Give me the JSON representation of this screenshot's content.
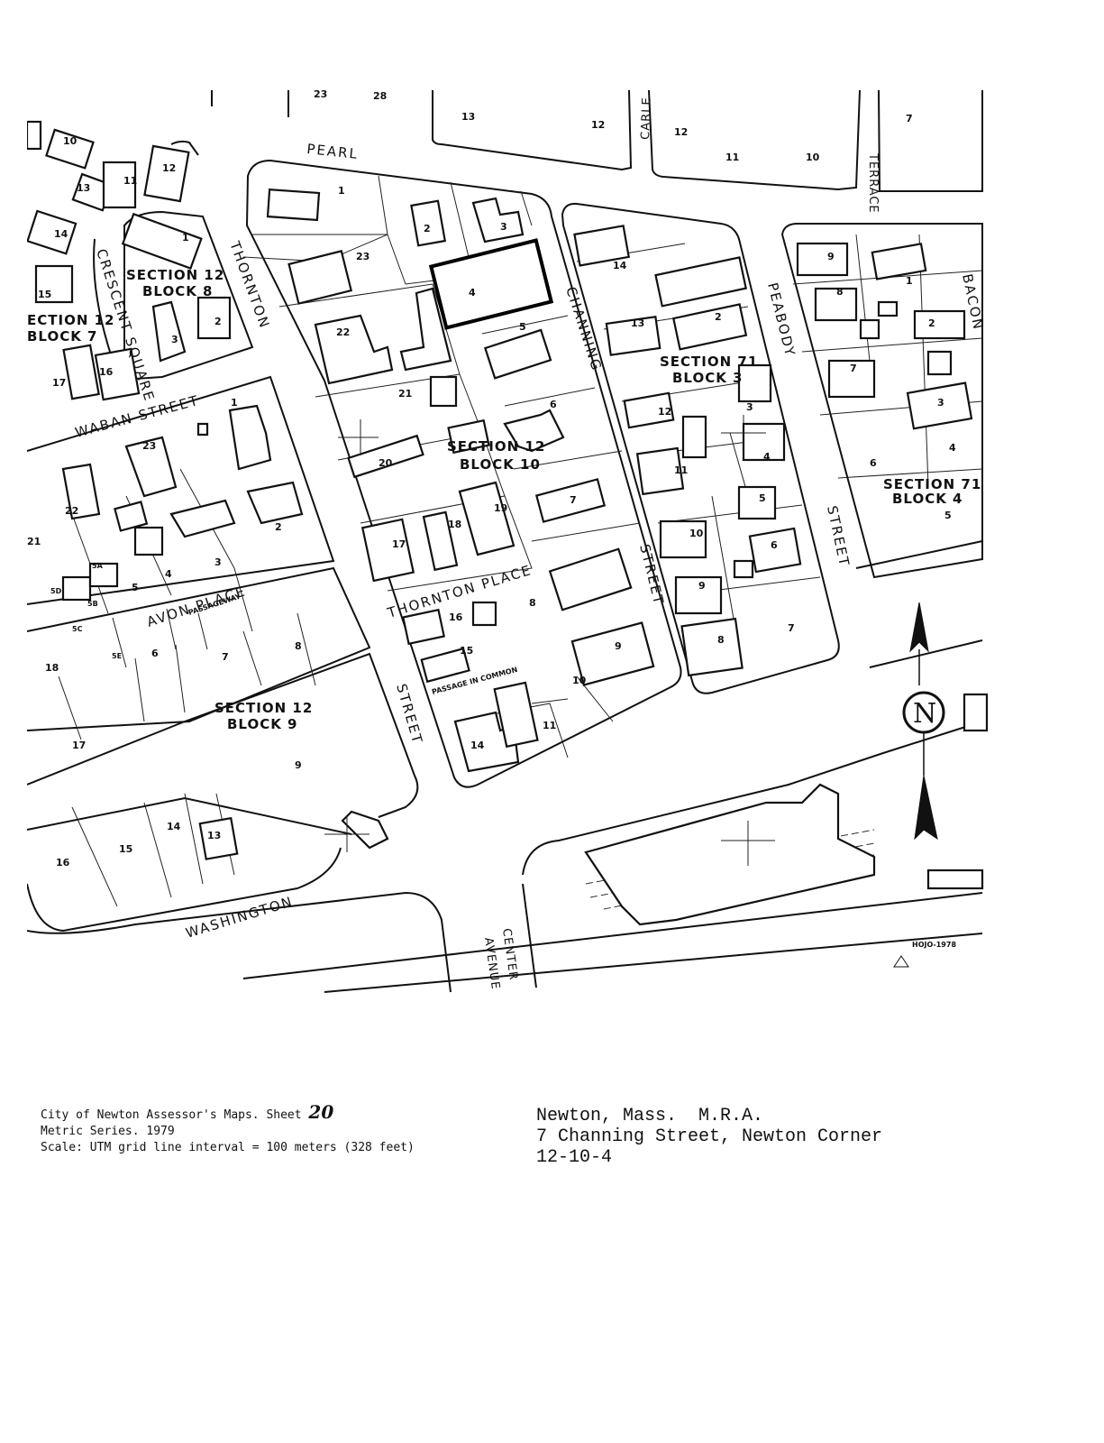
{
  "map": {
    "streets": {
      "pearl": "PEARL",
      "carle": "CARLE",
      "terrace": "TERRACE",
      "thornton": "THORNTON",
      "crescent_square": "CRESCENT SQUARE",
      "waban_street": "WABAN    STREET",
      "channing": "CHANNING",
      "peabody": "PEABODY",
      "bacon": "BACON",
      "channing_street": "STREET",
      "peabody_street": "STREET",
      "thornton_place": "THORNTON   PLACE",
      "avon_place": "AVON   PLACE",
      "avon_passageway": "PASSAGEWAY",
      "thornton_street": "STREET",
      "washington": "WASHINGTON",
      "center": "CENTER",
      "avenue": "AVENUE",
      "passage_in_common": "PASSAGE IN COMMON"
    },
    "sections": {
      "s12b8_line1": "SECTION 12",
      "s12b8_line2": "BLOCK 8",
      "s12b7_line1": "ECTION 12",
      "s12b7_line2": "BLOCK 7",
      "s12b10_line1": "SECTION 12",
      "s12b10_line2": "BLOCK 10",
      "s71b3_line1": "SECTION 71",
      "s71b3_line2": "BLOCK 3",
      "s71b4_line1": "SECTION 71",
      "s71b4_line2": "BLOCK 4",
      "s12b9_line1": "SECTION 12",
      "s12b9_line2": "BLOCK 9"
    },
    "lots": {
      "top_23": "23",
      "top_28": "28",
      "top_13": "13",
      "top_12a": "12",
      "top_12b": "12",
      "top_11": "11",
      "top_10a": "10",
      "top_7": "7",
      "nw_10": "10",
      "nw_13": "13",
      "nw_11": "11",
      "nw_12": "12",
      "nw_14": "14",
      "nw_15": "15",
      "b8_1": "1",
      "b8_2": "2",
      "b8_3": "3",
      "b7_17": "17",
      "b7_16": "16",
      "b10_1": "1",
      "b10_2": "2",
      "b10_3": "3",
      "b10_23": "23",
      "b10_4": "4",
      "b10_5": "5",
      "b10_22": "22",
      "b10_21": "21",
      "b10_6": "6",
      "b10_20": "20",
      "b10_7": "7",
      "b10_17": "17",
      "b10_18": "18",
      "b10_19": "19",
      "b10_16": "16",
      "b10_8": "8",
      "b10_15": "15",
      "b10_9": "9",
      "b10_10": "10",
      "b10_14": "14",
      "b10_11": "11",
      "b71_14": "14",
      "b71_13": "13",
      "b71_2": "2",
      "b71_12": "12",
      "b71_3": "3",
      "b71_11": "11",
      "b71_4": "4",
      "b71_10": "10",
      "b71_5": "5",
      "b71_6": "6",
      "b71_9": "9",
      "b71_8": "8",
      "b71_7": "7",
      "b4_9": "9",
      "b4_8": "8",
      "b4_1": "1",
      "b4_2": "2",
      "b4_7": "7",
      "b4_3": "3",
      "b4_4": "4",
      "b4_6": "6",
      "b4_5": "5",
      "w_1": "1",
      "w_23": "23",
      "w_22": "22",
      "w_2": "2",
      "w_21": "21",
      "w_3": "3",
      "w_4": "4",
      "w_5": "5",
      "w_5a": "5A",
      "w_5b": "5B",
      "w_5c": "5C",
      "w_5d": "5D",
      "w_5e": "5E",
      "w_6": "6",
      "w_7": "7",
      "w_8": "8",
      "w_18": "18",
      "b9_17": "17",
      "b9_9": "9",
      "b9_16": "16",
      "b9_15": "15",
      "b9_14": "14",
      "b9_13": "13"
    },
    "compass_letter": "N",
    "credit": "HOJO-1978"
  },
  "caption_left": {
    "line1_prefix": "City of Newton Assessor's Maps. Sheet ",
    "sheet_number": "20",
    "line2": "Metric Series. 1979",
    "line3": "Scale: UTM grid line interval = 100 meters (328 feet)"
  },
  "caption_right": {
    "line1": "Newton, Mass.  M.R.A.",
    "line2": "7 Channing Street, Newton Corner",
    "line3": "12-10-4"
  }
}
